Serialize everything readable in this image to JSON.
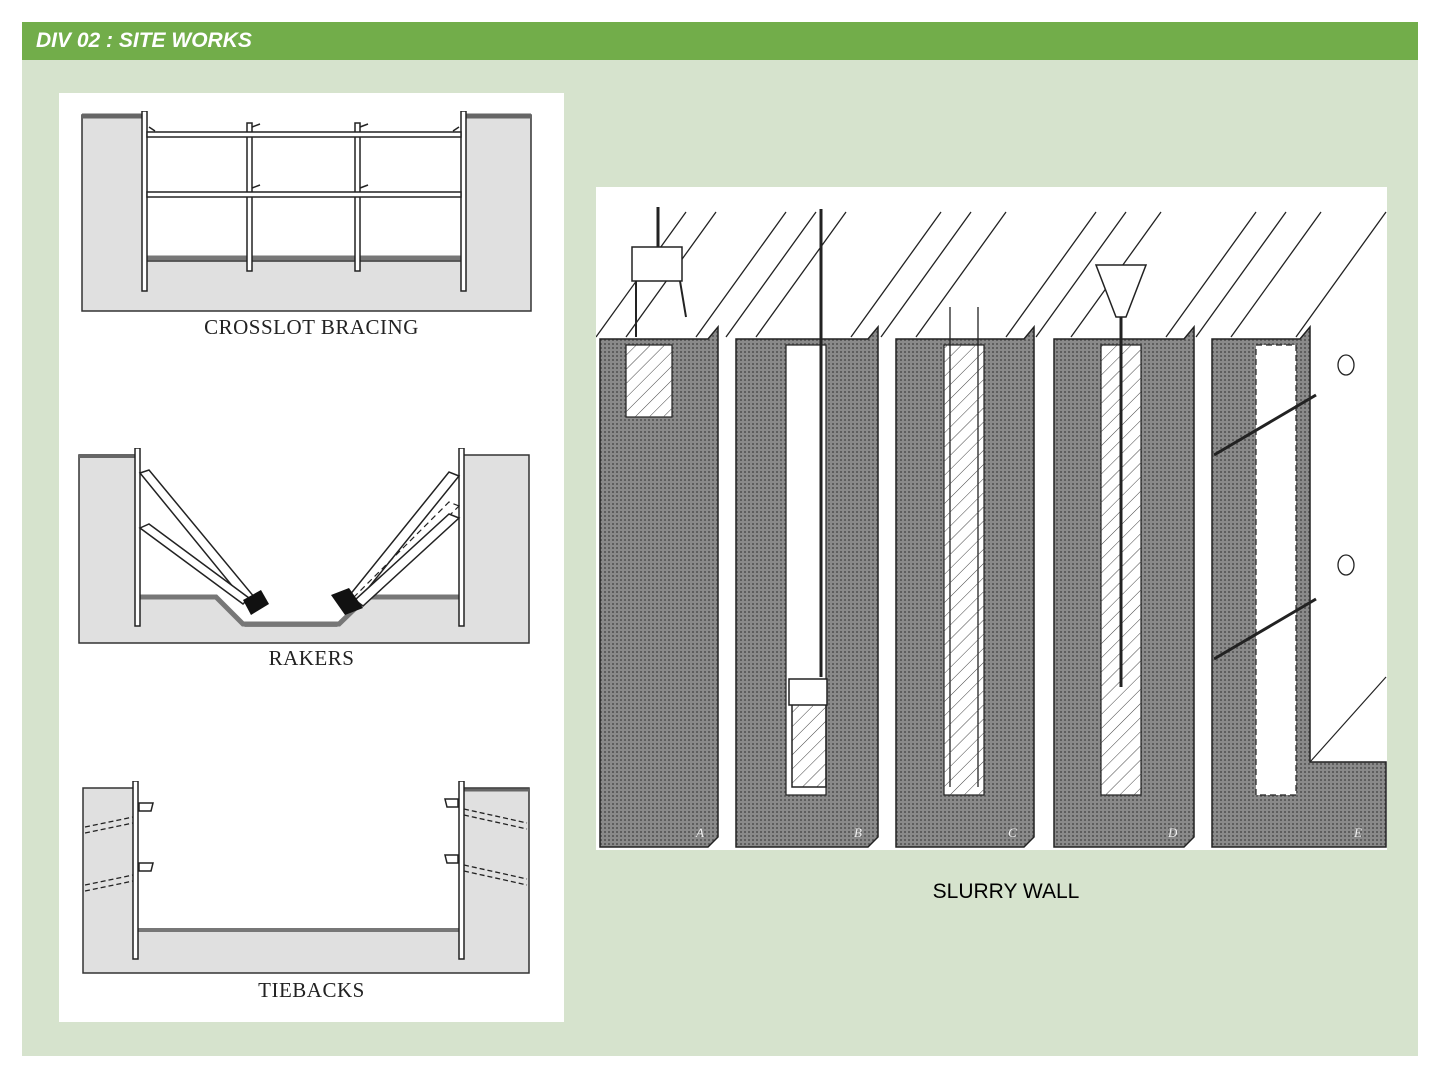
{
  "header": {
    "title": "DIV 02 : SITE WORKS",
    "bar_color": "#72ad4a"
  },
  "panel": {
    "background_color": "#d6e3cd"
  },
  "left_figures": {
    "crosslot_caption": "CROSSLOT BRACING",
    "rakers_caption": "RAKERS",
    "tiebacks_caption": "TIEBACKS"
  },
  "right_figure": {
    "caption": "SLURRY WALL",
    "stage_labels": [
      "A",
      "B",
      "C",
      "D",
      "E"
    ]
  }
}
